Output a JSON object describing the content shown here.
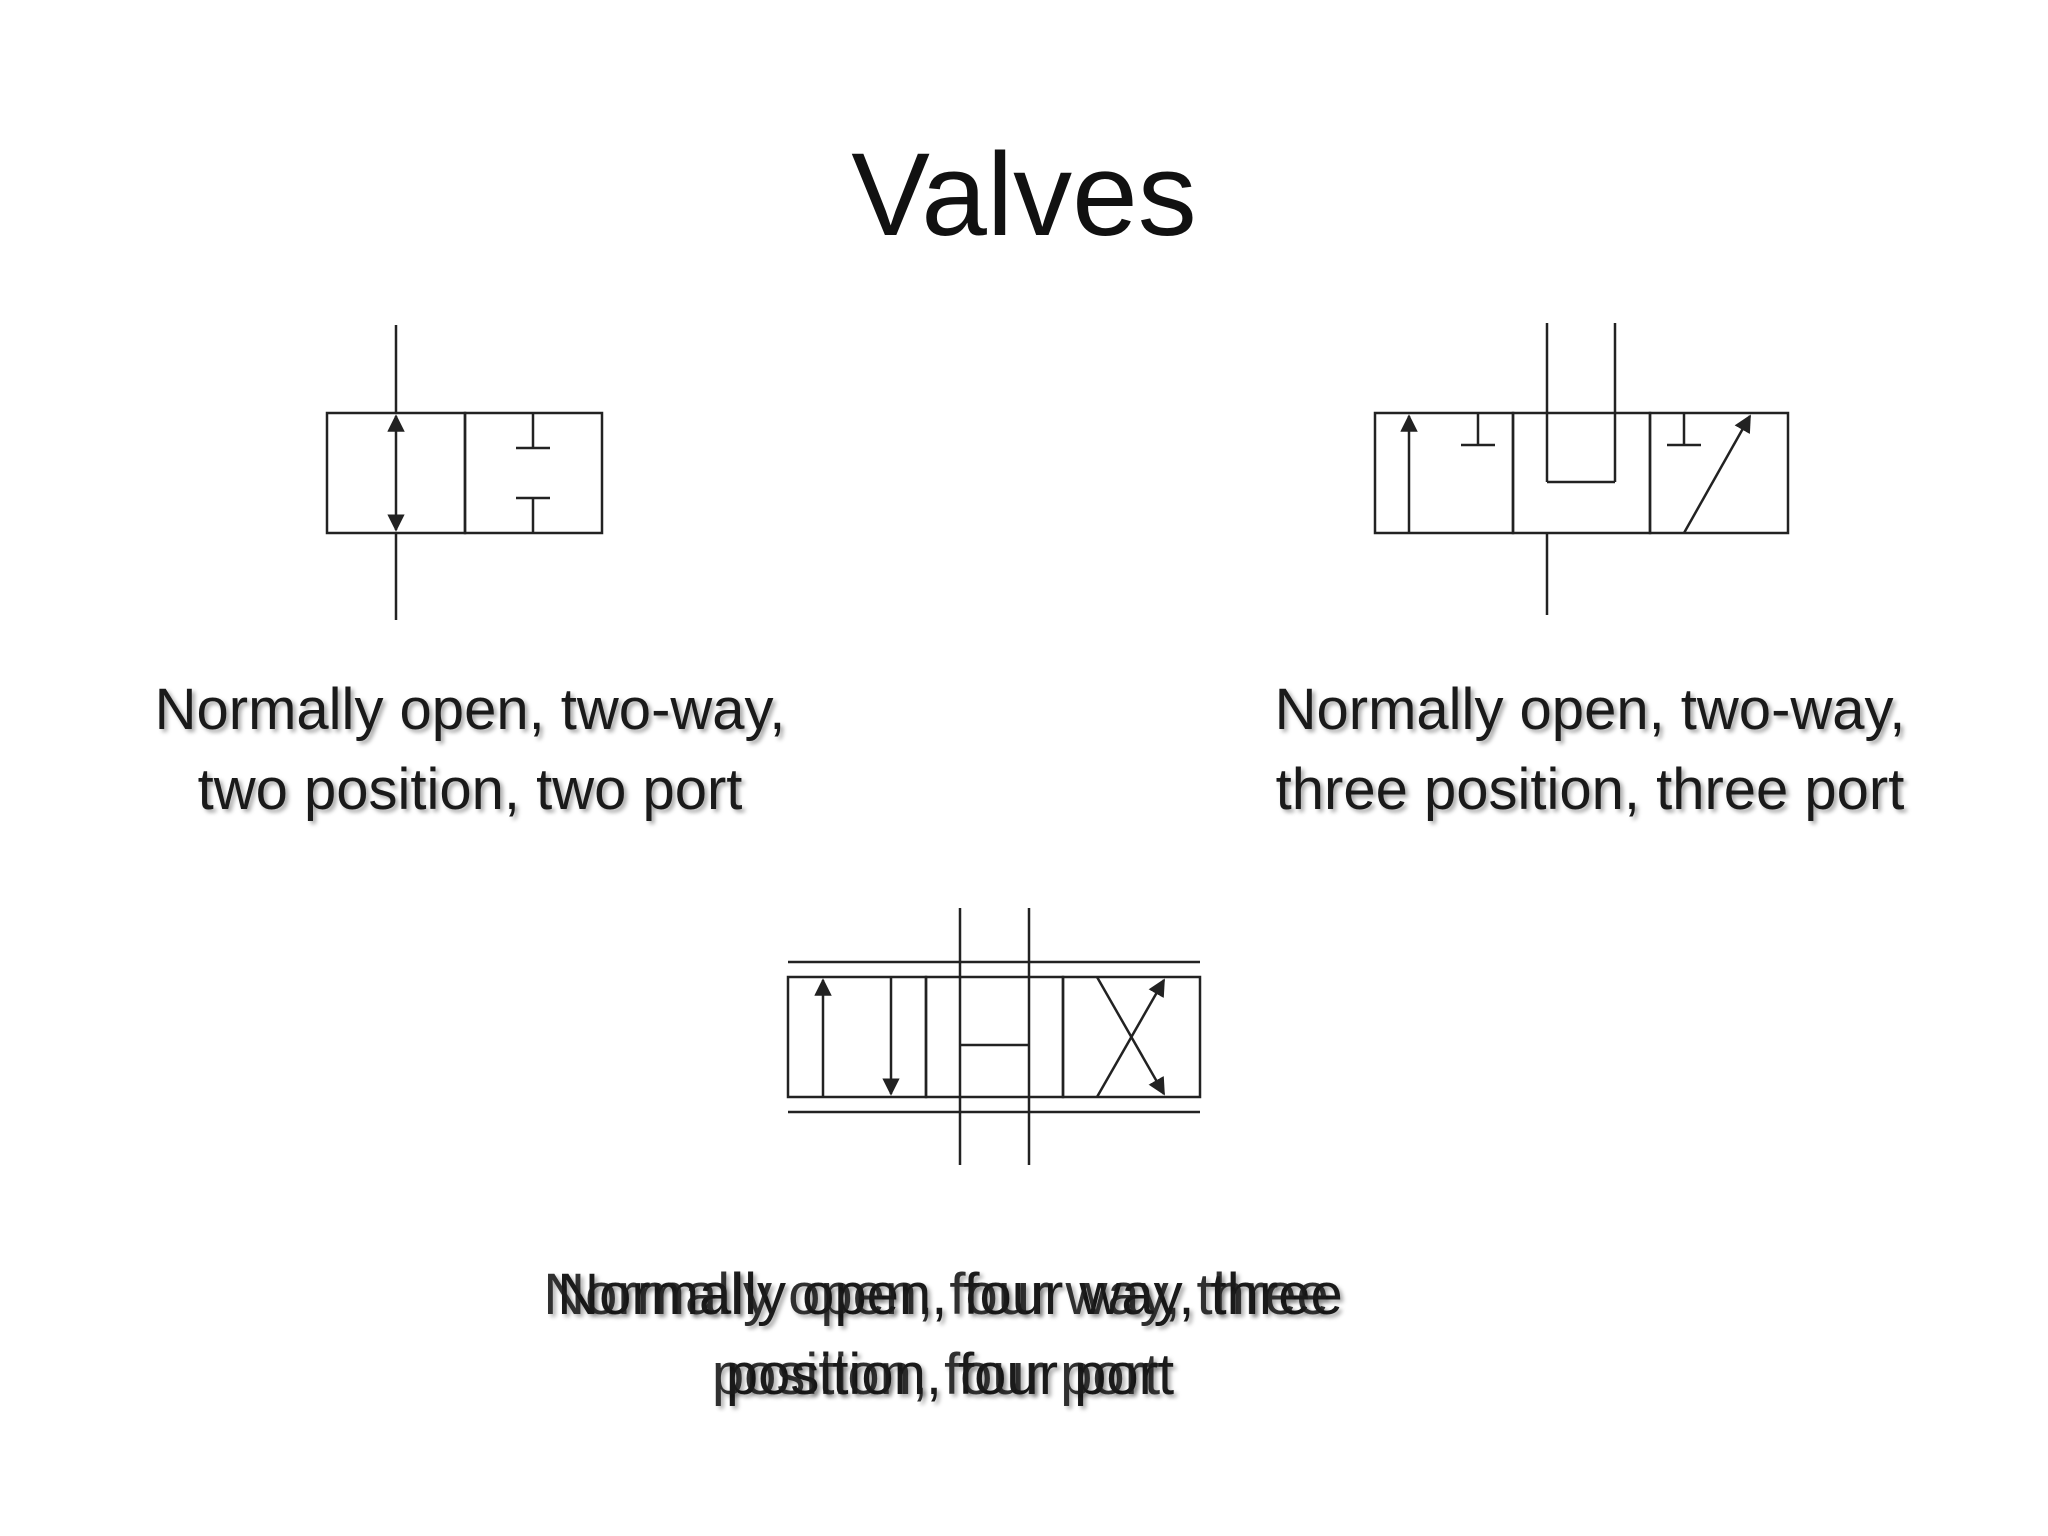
{
  "slide": {
    "title": "Valves"
  },
  "valves": [
    {
      "caption_line1": "Normally open, two-way,",
      "caption_line2": "two position, two port"
    },
    {
      "caption_line1": "Normally open, two-way,",
      "caption_line2": "three position, three port"
    },
    {
      "caption_line1": "Normally open, four way, three",
      "caption_line2": "position, four port"
    }
  ]
}
